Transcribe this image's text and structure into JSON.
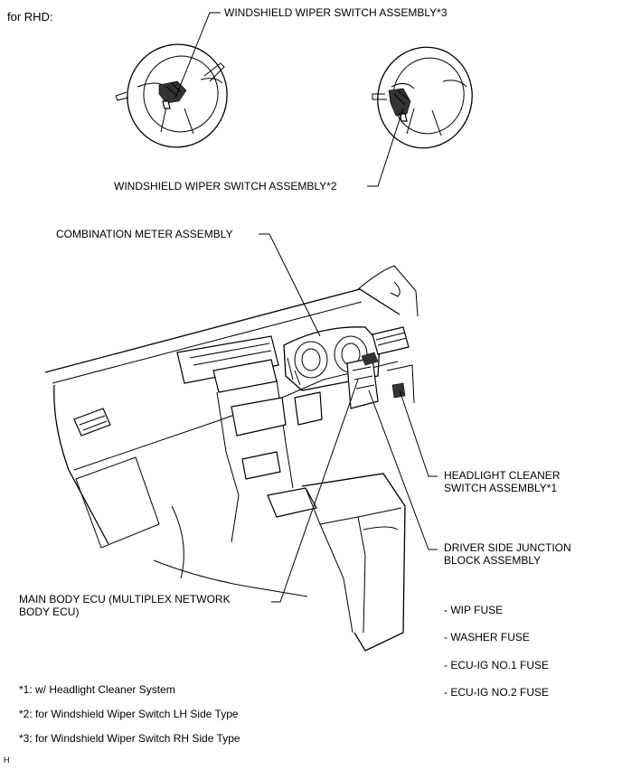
{
  "header": {
    "variant": "for RHD:"
  },
  "callouts": {
    "wiper_switch_3": "WINDSHIELD WIPER SWITCH ASSEMBLY*3",
    "wiper_switch_2": "WINDSHIELD WIPER SWITCH ASSEMBLY*2",
    "combination_meter": "COMBINATION METER ASSEMBLY",
    "headlight_cleaner_l1": "HEADLIGHT CLEANER",
    "headlight_cleaner_l2": "SWITCH ASSEMBLY*1",
    "junction_block_l1": "DRIVER SIDE JUNCTION",
    "junction_block_l2": "BLOCK ASSEMBLY",
    "main_body_ecu_l1": "MAIN BODY ECU (MULTIPLEX NETWORK",
    "main_body_ecu_l2": "BODY ECU)"
  },
  "fuses": [
    "- WIP FUSE",
    "- WASHER FUSE",
    "- ECU-IG NO.1 FUSE",
    "- ECU-IG NO.2 FUSE"
  ],
  "notes": [
    "*1: w/ Headlight Cleaner System",
    "*2: for Windshield Wiper Switch LH Side Type",
    "*3: for Windshield Wiper Switch RH Side Type"
  ],
  "footer": {
    "code": "H"
  }
}
